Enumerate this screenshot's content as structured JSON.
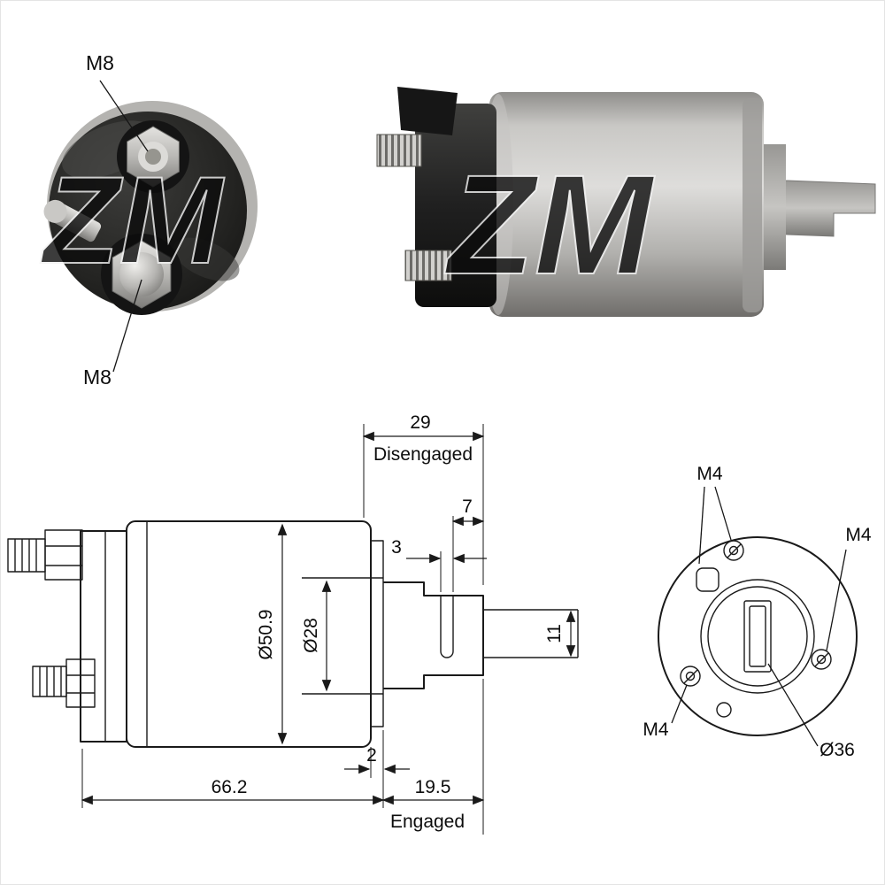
{
  "watermark": {
    "left": "ZM",
    "right": "ZM"
  },
  "photos": {
    "end_view": {
      "terminal_top_label": "M8",
      "terminal_bottom_label": "M8"
    }
  },
  "side_drawing": {
    "travel_disengaged": "29",
    "state_disengaged": "Disengaged",
    "fork_offset": "7",
    "slot_width": "3",
    "body_diameter": "Ø50.9",
    "tube_diameter": "Ø28",
    "rod_height": "11",
    "flange_thickness": "2",
    "body_length": "66.2",
    "travel_engaged": "19.5",
    "state_engaged": "Engaged"
  },
  "end_drawing": {
    "bolt_top": "M4",
    "bolt_right": "M4",
    "bolt_bottom_left": "M4",
    "pilot_diameter": "Ø36"
  },
  "colors": {
    "line": "#1a1a1a",
    "metal_light": "#dddcd9",
    "metal_dark": "#716f6c",
    "cap_black": "#161616"
  }
}
